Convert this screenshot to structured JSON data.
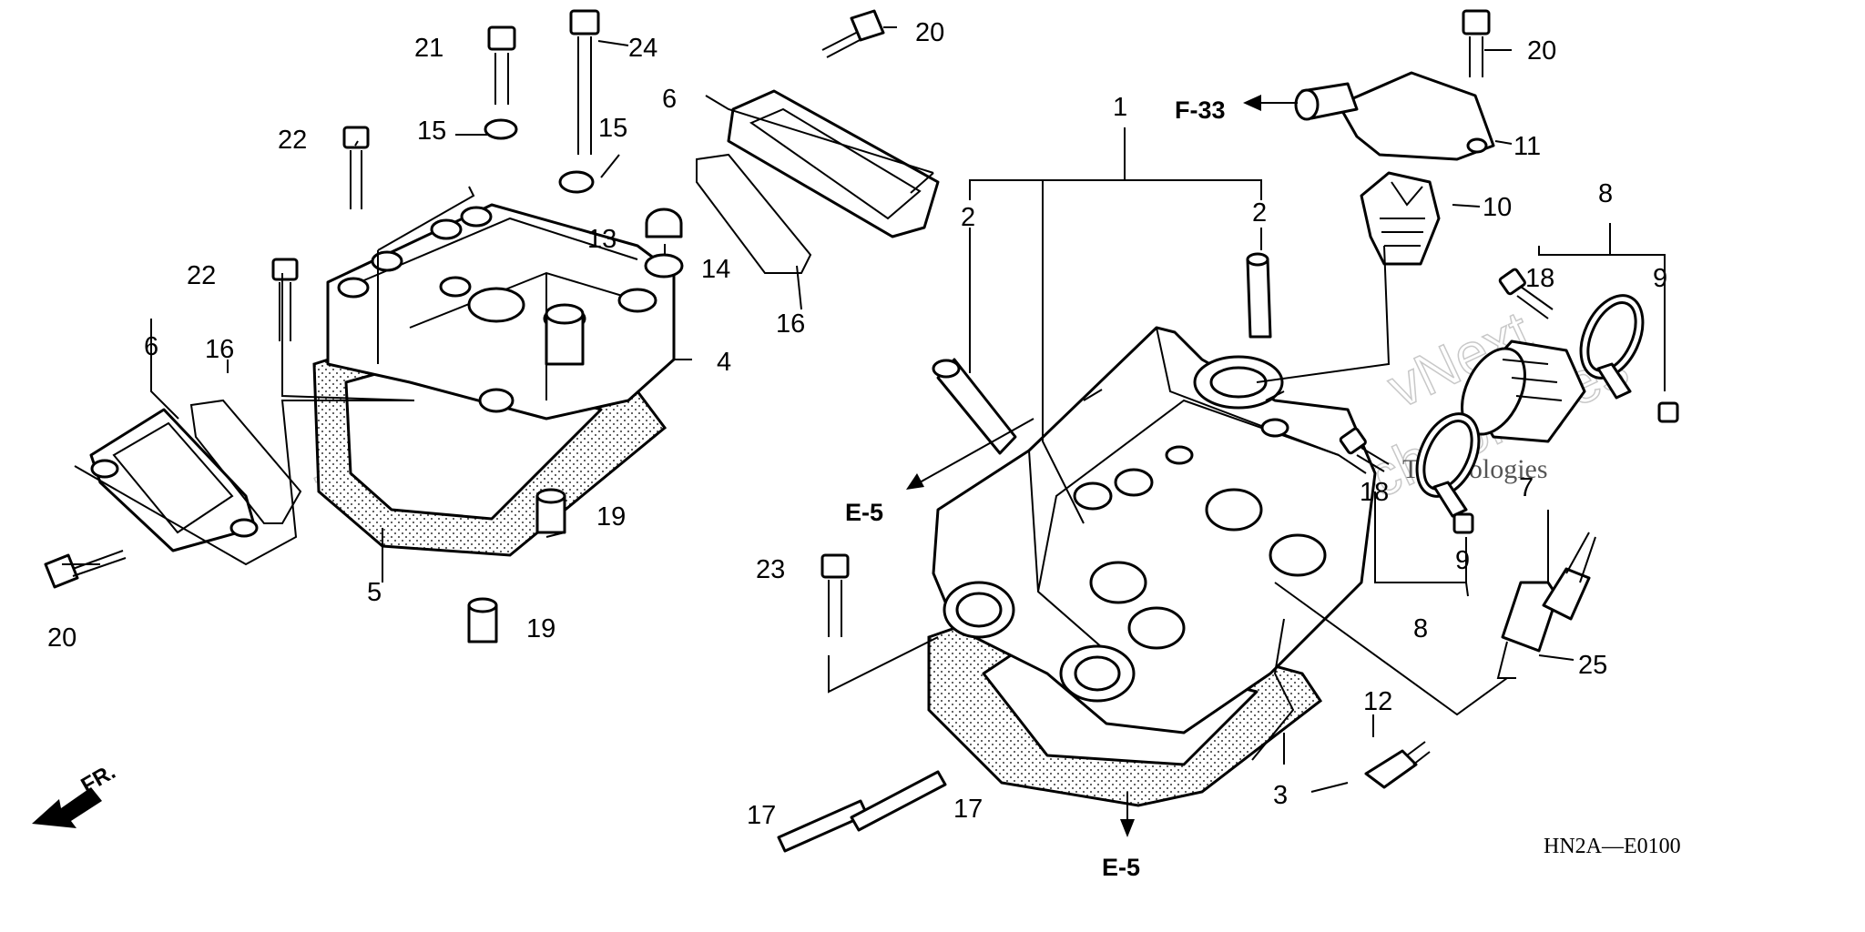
{
  "diagram_code": "HN2A—E0100",
  "front_marker": "FR.",
  "references": {
    "f33": "F-33",
    "e5_left": "E-5",
    "e5_bottom": "E-5"
  },
  "watermark": {
    "line1": "vNext",
    "line2": "Technologies"
  },
  "callouts": {
    "n1": "1",
    "n2a": "2",
    "n2b": "2",
    "n3": "3",
    "n4": "4",
    "n5": "5",
    "n6a": "6",
    "n6b": "6",
    "n7": "7",
    "n8a": "8",
    "n8b": "8",
    "n9a": "9",
    "n9b": "9",
    "n10": "10",
    "n11": "11",
    "n12": "12",
    "n13": "13",
    "n14": "14",
    "n15a": "15",
    "n15b": "15",
    "n16a": "16",
    "n16b": "16",
    "n17a": "17",
    "n17b": "17",
    "n18a": "18",
    "n18b": "18",
    "n19a": "19",
    "n19b": "19",
    "n20a": "20",
    "n20b": "20",
    "n20c": "20",
    "n21": "21",
    "n22a": "22",
    "n22b": "22",
    "n23": "23",
    "n24": "24",
    "n25": "25"
  }
}
